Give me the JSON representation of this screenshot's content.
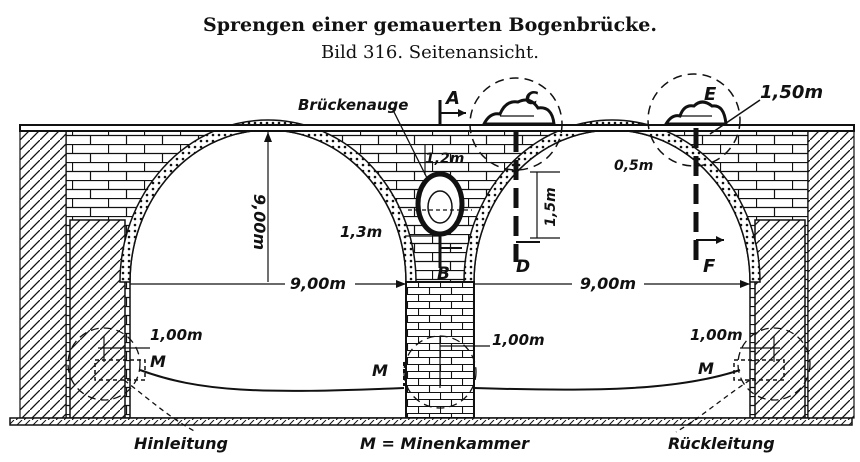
{
  "header": {
    "title": "Sprengen einer gemauerten Bogenbrücke.",
    "subtitle": "Bild 316.   Seitenansicht."
  },
  "labels": {
    "brueckenauge": "Brückenauge",
    "point_a": "A",
    "point_b": "B",
    "point_c": "C",
    "point_d": "D",
    "point_e": "E",
    "point_f": "F",
    "dim_1_50": "1,50m",
    "dim_1_2": "1,2m",
    "dim_0_5": "0,5m",
    "dim_1_5": "1,5m",
    "dim_1_3": "1,3m",
    "dim_height": "9,00m",
    "dim_span_left": "9,00m",
    "dim_span_right": "9,00m",
    "dim_left_charge": "1,00m",
    "dim_pier_charge": "1,00m",
    "dim_right_charge": "1,00m",
    "mark_m_left": "M",
    "mark_m_pier": "M",
    "mark_m_right": "M",
    "hinleitung": "Hinleitung",
    "legend_m": "M = Minenkammer",
    "rueckleitung": "Rückleitung"
  },
  "colors": {
    "ink": "#111111",
    "paper": "#ffffff"
  }
}
